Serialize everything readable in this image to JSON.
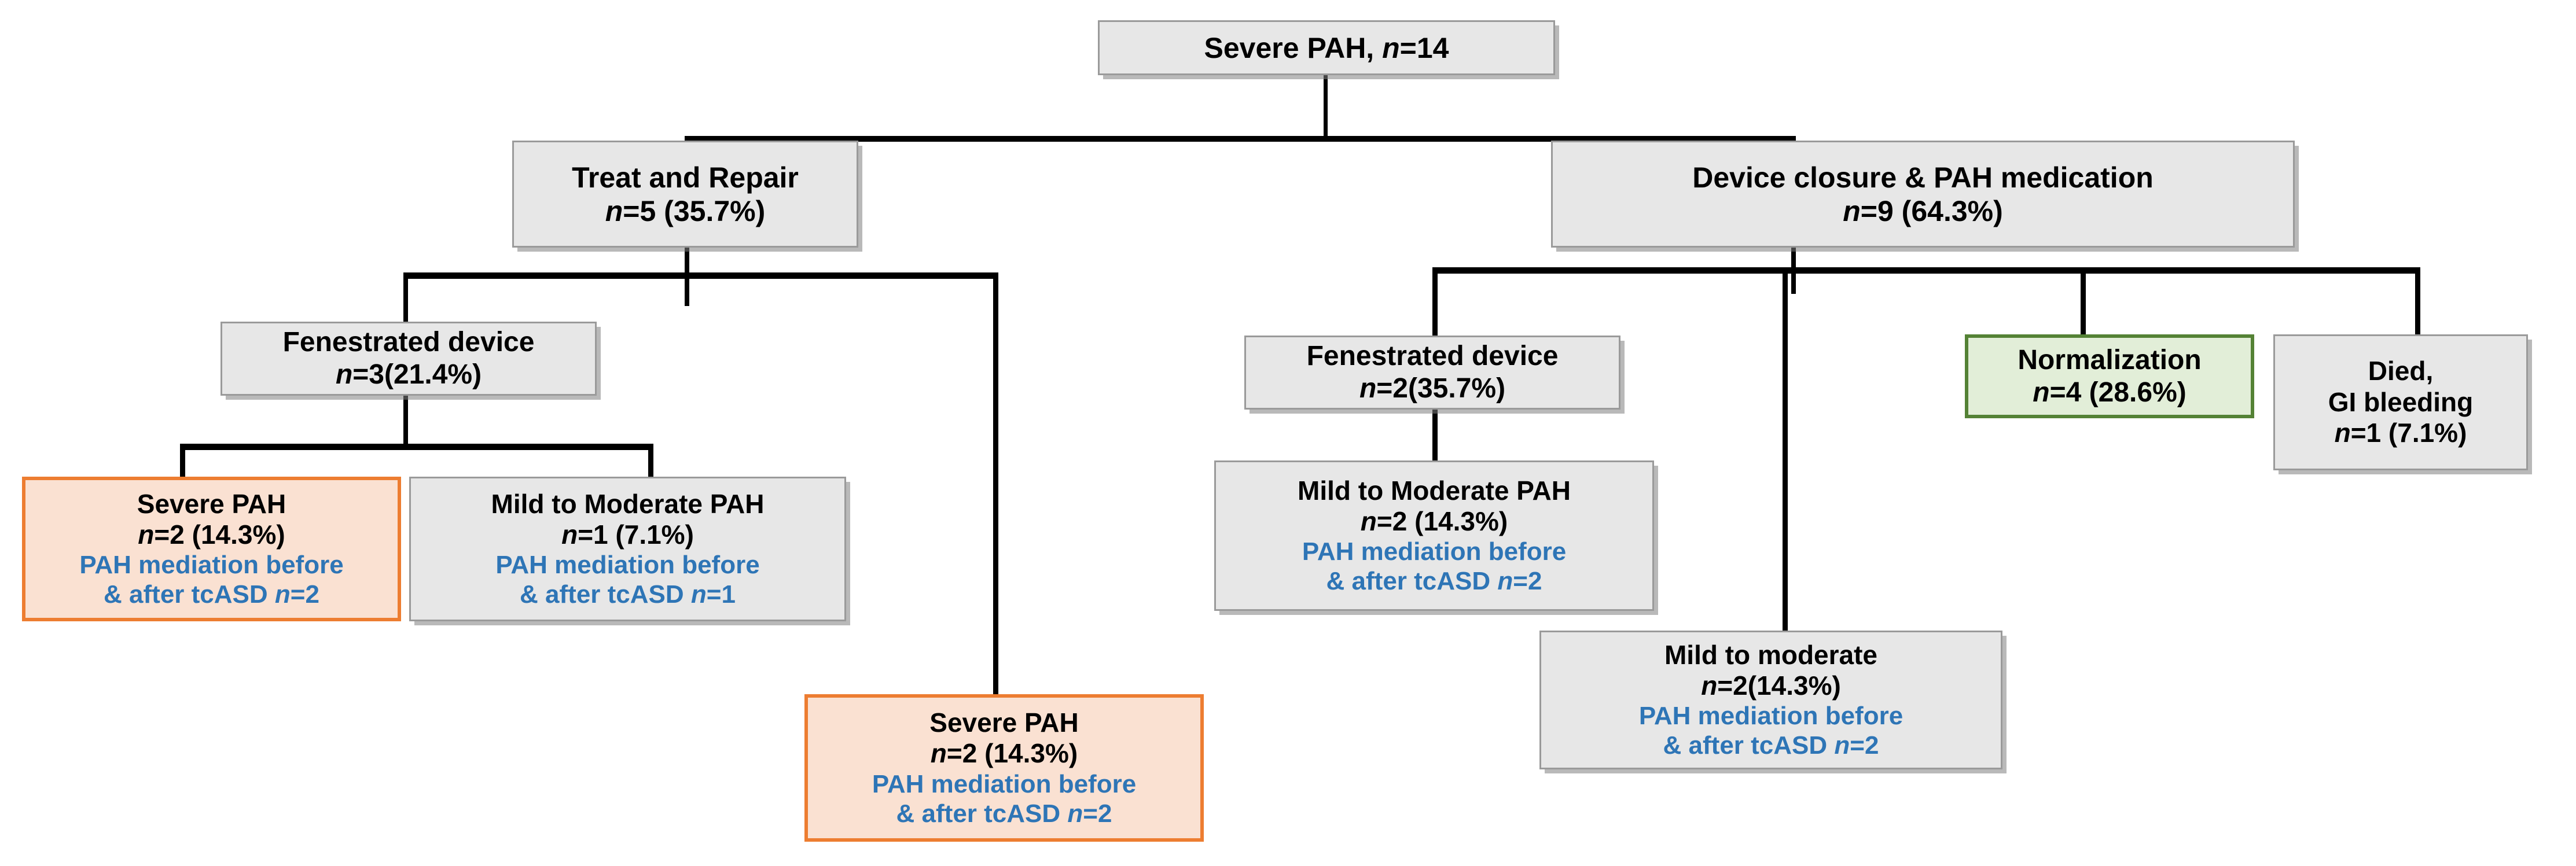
{
  "figure": {
    "type": "flowchart",
    "title": "Severe PAH treatment outcome flowchart",
    "colors": {
      "grey_fill": "#e7e7e7",
      "grey_border": "#9a9a9a",
      "orange_fill": "#fae1d2",
      "orange_border": "#ed7d31",
      "green_fill": "#e2eed8",
      "green_border": "#548235",
      "blue_text": "#2e75b6",
      "connector": "#000000"
    }
  },
  "nodes": {
    "root": {
      "line1": "Severe PAH, ",
      "line1_italic": "n",
      "line1_rest": "=14"
    },
    "treat_repair": {
      "line1": "Treat and Repair",
      "line2_italic": "n",
      "line2_rest": "=5 (35.7%)"
    },
    "device_closure": {
      "line1": "Device closure & PAH medication",
      "line2_italic": "n",
      "line2_rest": "=9 (64.3%)"
    },
    "fenestrated_left": {
      "line1": "Fenestrated device",
      "line2_italic": "n",
      "line2_rest": "=3(21.4%)"
    },
    "fenestrated_right": {
      "line1": "Fenestrated device",
      "line2_italic": "n",
      "line2_rest": "=2(35.7%)"
    },
    "normalization": {
      "line1": "Normalization",
      "line2_italic": "n",
      "line2_rest": "=4 (28.6%)"
    },
    "died": {
      "line1": "Died,",
      "line2": "GI bleeding",
      "line3_italic": "n",
      "line3_rest": "=1 (7.1%)"
    },
    "severe_pah_left": {
      "line1": "Severe PAH",
      "line2_italic": "n",
      "line2_rest": "=2 (14.3%)",
      "line3": "PAH mediation before",
      "line4": "& after tcASD ",
      "line4_italic": "n",
      "line4_rest": "=2"
    },
    "mild_moderate_left": {
      "line1": "Mild to Moderate PAH",
      "line2_italic": "n",
      "line2_rest": "=1 (7.1%)",
      "line3": "PAH mediation before",
      "line4": "& after tcASD ",
      "line4_italic": "n",
      "line4_rest": "=1"
    },
    "severe_pah_center": {
      "line1": "Severe PAH",
      "line2_italic": "n",
      "line2_rest": "=2 (14.3%)",
      "line3": "PAH mediation before",
      "line4": "& after tcASD ",
      "line4_italic": "n",
      "line4_rest": "=2"
    },
    "mild_moderate_right": {
      "line1": "Mild to Moderate PAH",
      "line2_italic": "n",
      "line2_rest": "=2 (14.3%)",
      "line3": "PAH mediation before",
      "line4": "& after tcASD ",
      "line4_italic": "n",
      "line4_rest": "=2"
    },
    "mild_moderate_bottom": {
      "line1": "Mild to moderate",
      "line2_italic": "n",
      "line2_rest": "=2(14.3%)",
      "line3": "PAH mediation before",
      "line4": "& after tcASD ",
      "line4_italic": "n",
      "line4_rest": "=2"
    }
  }
}
